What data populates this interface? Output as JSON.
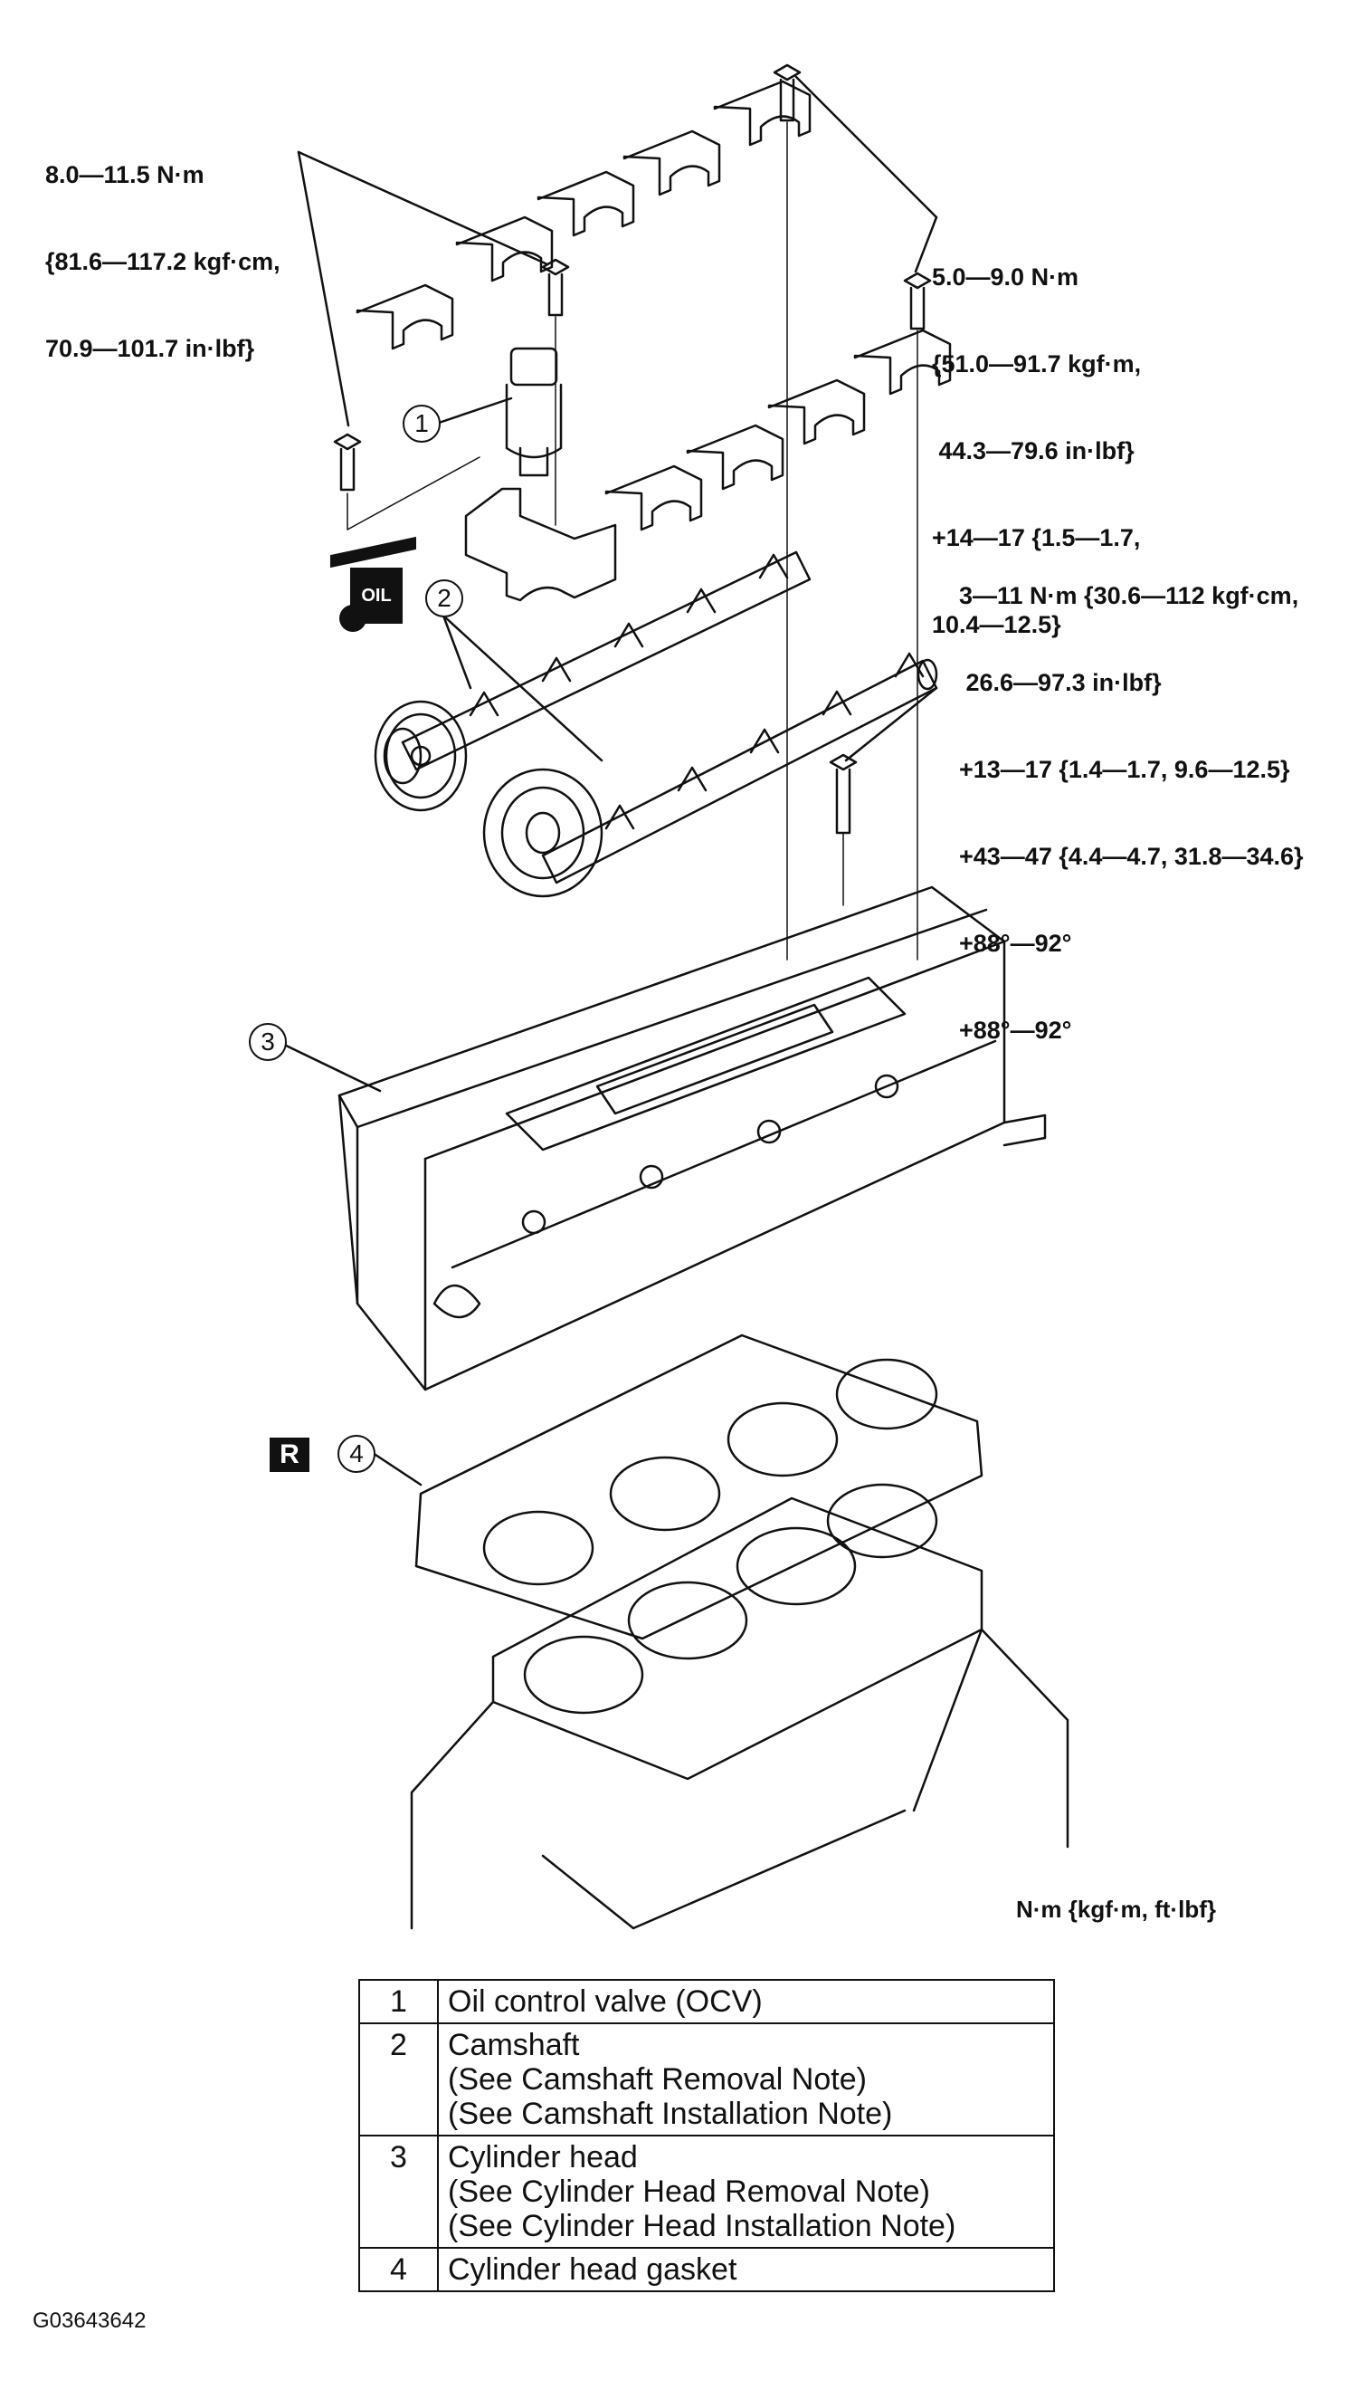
{
  "torque_specs": {
    "ocv_bolts": [
      "8.0—11.5 N·m",
      "{81.6—117.2 kgf·cm,",
      "70.9—101.7 in·lbf}"
    ],
    "cap_bolts": [
      "5.0—9.0 N·m",
      "{51.0—91.7 kgf·m,",
      " 44.3—79.6 in·lbf}",
      "+14—17 {1.5—1.7,",
      "10.4—12.5}"
    ],
    "head_bolts": [
      "3—11 N·m {30.6—112 kgf·cm,",
      " 26.6—97.3 in·lbf}",
      "+13—17 {1.4—1.7, 9.6—12.5}",
      "+43—47 {4.4—4.7, 31.8—34.6}",
      "+88°—92°",
      "+88°—92°"
    ]
  },
  "callouts": [
    "1",
    "2",
    "3",
    "4"
  ],
  "badges": {
    "oil": "OIL",
    "replace": "R"
  },
  "unit_note": "N·m {kgf·m, ft·lbf}",
  "legend": [
    {
      "num": "1",
      "lines": [
        "Oil control valve (OCV)"
      ]
    },
    {
      "num": "2",
      "lines": [
        "Camshaft",
        "(See Camshaft Removal Note)",
        "(See Camshaft Installation Note)"
      ]
    },
    {
      "num": "3",
      "lines": [
        "Cylinder head",
        "(See Cylinder Head Removal Note)",
        "(See Cylinder Head Installation Note)"
      ]
    },
    {
      "num": "4",
      "lines": [
        "Cylinder head gasket"
      ]
    }
  ],
  "figure_id": "G03643642"
}
